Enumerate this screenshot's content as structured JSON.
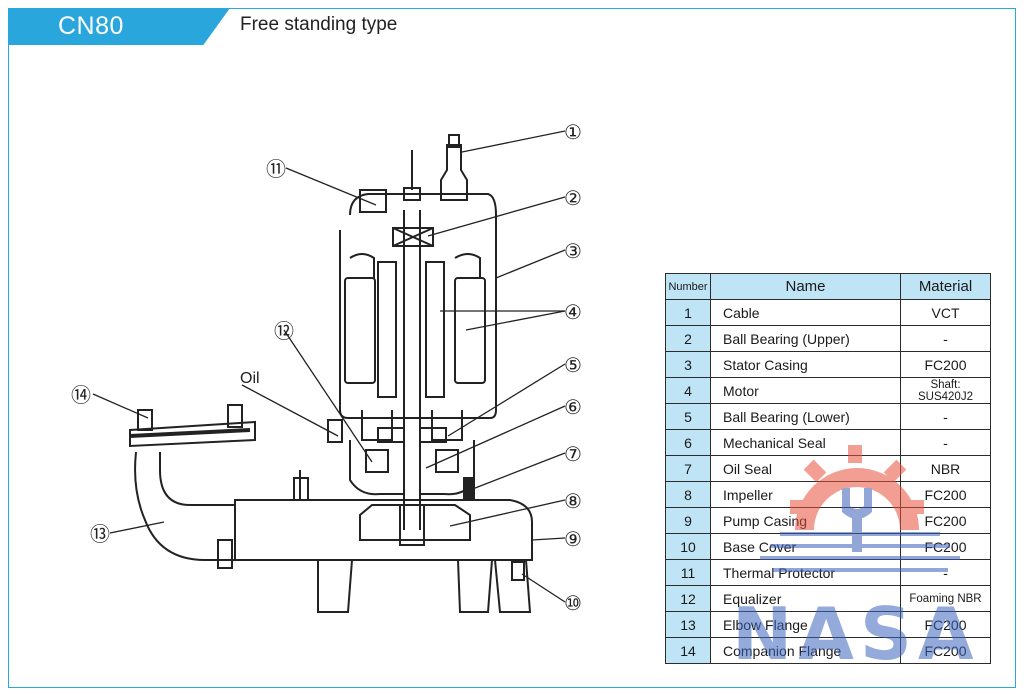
{
  "header": {
    "model": "CN80",
    "subtitle": "Free standing type"
  },
  "callouts": {
    "oil": "Oil",
    "markers": [
      "①",
      "②",
      "③",
      "④",
      "⑤",
      "⑥",
      "⑦",
      "⑧",
      "⑨",
      "⑩",
      "⑪",
      "⑫",
      "⑬",
      "⑭"
    ]
  },
  "table": {
    "headers": {
      "no": "Number",
      "name": "Name",
      "material": "Material"
    },
    "rows": [
      {
        "no": "1",
        "name": "Cable",
        "material": "VCT"
      },
      {
        "no": "2",
        "name": "Ball Bearing (Upper)",
        "material": "-"
      },
      {
        "no": "3",
        "name": "Stator Casing",
        "material": "FC200"
      },
      {
        "no": "4",
        "name": "Motor",
        "material": "Shaft: SUS420J2"
      },
      {
        "no": "5",
        "name": "Ball Bearing (Lower)",
        "material": "-"
      },
      {
        "no": "6",
        "name": "Mechanical Seal",
        "material": "-"
      },
      {
        "no": "7",
        "name": "Oil Seal",
        "material": "NBR"
      },
      {
        "no": "8",
        "name": "Impeller",
        "material": "FC200"
      },
      {
        "no": "9",
        "name": "Pump Casing",
        "material": "FC200"
      },
      {
        "no": "10",
        "name": "Base Cover",
        "material": "FC200"
      },
      {
        "no": "11",
        "name": "Thermal Protector",
        "material": "-"
      },
      {
        "no": "12",
        "name": "Equalizer",
        "material": "Foaming NBR"
      },
      {
        "no": "13",
        "name": "Elbow Flange",
        "material": "FC200"
      },
      {
        "no": "14",
        "name": "Companion Flange",
        "material": "FC200"
      }
    ]
  },
  "watermark": {
    "text": "NASA"
  },
  "colors": {
    "accent": "#29a6dc",
    "table_header": "#bfe4f6",
    "watermark_gear": "#e8503a"
  }
}
